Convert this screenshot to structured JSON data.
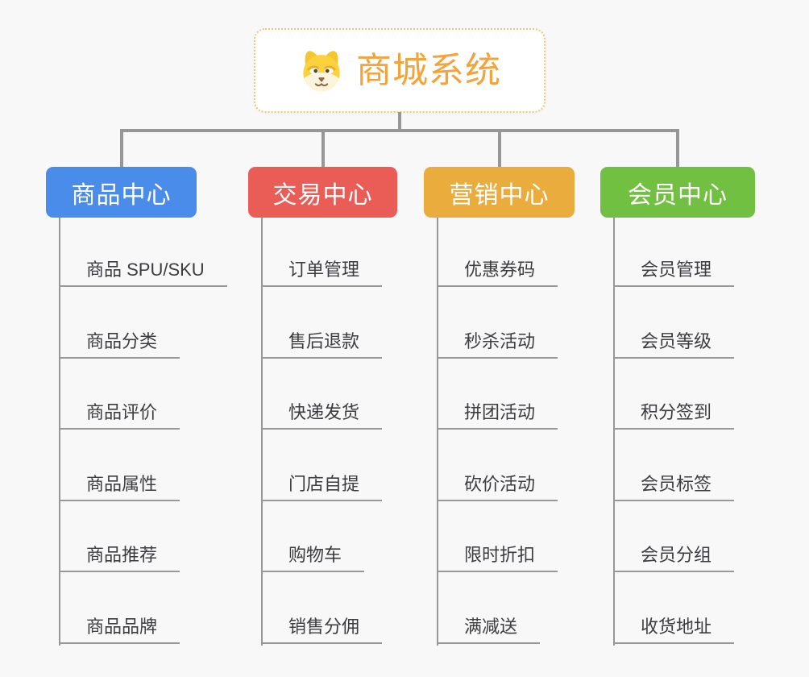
{
  "root": {
    "title": "商城系统",
    "icon": "shiba-dog-icon",
    "title_color": "#f2a33c",
    "border_color": "#f3c36f"
  },
  "branches": [
    {
      "label": "商品中心",
      "color": "#4a8cea",
      "items": [
        "商品 SPU/SKU",
        "商品分类",
        "商品评价",
        "商品属性",
        "商品推荐",
        "商品品牌"
      ]
    },
    {
      "label": "交易中心",
      "color": "#ea5d56",
      "items": [
        "订单管理",
        "售后退款",
        "快递发货",
        "门店自提",
        "购物车",
        "销售分佣"
      ]
    },
    {
      "label": "营销中心",
      "color": "#ebac3e",
      "items": [
        "优惠券码",
        "秒杀活动",
        "拼团活动",
        "砍价活动",
        "限时折扣",
        "满减送"
      ]
    },
    {
      "label": "会员中心",
      "color": "#72c041",
      "items": [
        "会员管理",
        "会员等级",
        "积分签到",
        "会员标签",
        "会员分组",
        "收货地址"
      ]
    }
  ]
}
